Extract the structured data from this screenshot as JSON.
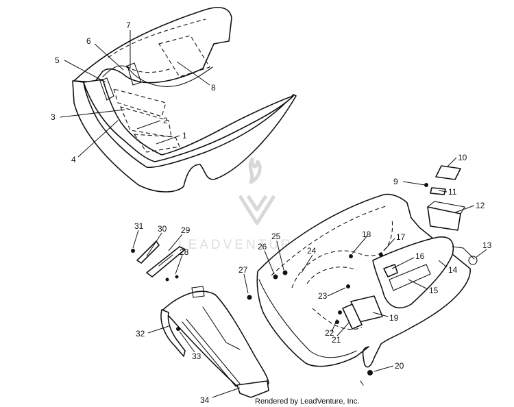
{
  "diagram": {
    "watermark_text": "LEADVENTURE",
    "credit": "Rendered by LeadVenture, Inc.",
    "callouts": [
      {
        "id": "c1",
        "label": "1"
      },
      {
        "id": "c2",
        "label": "2"
      },
      {
        "id": "c3",
        "label": "3"
      },
      {
        "id": "c4",
        "label": "4"
      },
      {
        "id": "c5",
        "label": "5"
      },
      {
        "id": "c6",
        "label": "6"
      },
      {
        "id": "c7",
        "label": "7"
      },
      {
        "id": "c8",
        "label": "8"
      },
      {
        "id": "c9",
        "label": "9"
      },
      {
        "id": "c10",
        "label": "10"
      },
      {
        "id": "c11",
        "label": "11"
      },
      {
        "id": "c12",
        "label": "12"
      },
      {
        "id": "c13",
        "label": "13"
      },
      {
        "id": "c14",
        "label": "14"
      },
      {
        "id": "c15",
        "label": "15"
      },
      {
        "id": "c16",
        "label": "16"
      },
      {
        "id": "c17",
        "label": "17"
      },
      {
        "id": "c18",
        "label": "18"
      },
      {
        "id": "c19",
        "label": "19"
      },
      {
        "id": "c20",
        "label": "20"
      },
      {
        "id": "c21",
        "label": "21"
      },
      {
        "id": "c22",
        "label": "22"
      },
      {
        "id": "c23",
        "label": "23"
      },
      {
        "id": "c24",
        "label": "24"
      },
      {
        "id": "c25",
        "label": "25"
      },
      {
        "id": "c26",
        "label": "26"
      },
      {
        "id": "c27",
        "label": "27"
      },
      {
        "id": "c28",
        "label": "28"
      },
      {
        "id": "c29",
        "label": "29"
      },
      {
        "id": "c30",
        "label": "30"
      },
      {
        "id": "c31",
        "label": "31"
      },
      {
        "id": "c32",
        "label": "32"
      },
      {
        "id": "c33",
        "label": "33"
      },
      {
        "id": "c34",
        "label": "34"
      }
    ]
  }
}
